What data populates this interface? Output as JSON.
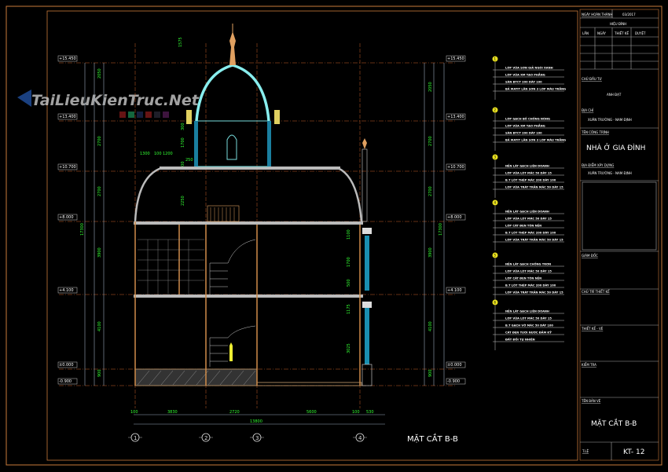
{
  "watermark": "TaiLieuKienTruc.Net",
  "drawing_title": "MẶT CẮT B-B",
  "levels": [
    "+15.450",
    "+13.400",
    "+10.700",
    "+8.000",
    "+4.100",
    "±0.000",
    "-0.900"
  ],
  "grid_axes": [
    "1",
    "2",
    "3",
    "4"
  ],
  "bottom_dims": [
    "100",
    "3830",
    "2720",
    "5600",
    "100",
    "530"
  ],
  "total_dim": "13800",
  "left_dims": [
    "2050",
    "2700",
    "2700",
    "3900",
    "4100",
    "900",
    "17300"
  ],
  "right_dims": [
    "2050",
    "2700",
    "2700",
    "3900",
    "4100",
    "900",
    "17300"
  ],
  "dome_dims": [
    "1300",
    "100",
    "1200",
    "250",
    "300",
    "1700",
    "600",
    "2250",
    "1575"
  ],
  "interior_dims": [
    "1100",
    "1700",
    "500",
    "1175",
    "3025"
  ],
  "notes": [
    {
      "mark": "1",
      "lines": [
        "LỚP VỮA SƠN GIẢ NGÓI XANH",
        "LỚP VỮA XM TẠO PHẲNG",
        "SÀN BTCT 200 DÀY 100",
        "BẢ MATIT LĂN SƠN 3 LỚP MÀU TRẮNG"
      ]
    },
    {
      "mark": "2",
      "lines": [
        "LỚP GẠCH BỐ CHỐNG NÓNG",
        "LỚP VỮA XM TẠO PHẲNG",
        "SÀN BTCT 200 DÀY 100",
        "BẢ MATIT LĂN SƠN 3 LỚP MÀU TRẮNG"
      ]
    },
    {
      "mark": "3",
      "lines": [
        "NỀN LÁT GẠCH LIÊN DOANH",
        "LỚP VỮA LÓT MÁC 50 DÀY 15",
        "B.T LÓT THÉP MÁC 200 DÀY 100",
        "LỚP VỮA TRÁT TRẦN MÁC 50 DÀY 15"
      ]
    },
    {
      "mark": "4",
      "lines": [
        "NỀN LÁT GẠCH LIÊN DOANH",
        "LỚP VỮA LÓT MÁC 50 DÀY 15",
        "LỚP CÁT ĐEN TÔN NỀN",
        "B.T LÓT THÉP MÁC 200 DÀY 100",
        "LỚP VỮA TRÁT TRẦN MÁC 50 DÀY 15"
      ]
    },
    {
      "mark": "5",
      "lines": [
        "NỀN LÁT GẠCH CHỐNG TRƠN",
        "LỚP VỮA LÓT MÁC 50 DÀY 15",
        "LỚP CÁT ĐEN TÔN NỀN",
        "B.T LÓT THÉP MÁC 200 DÀY 100",
        "LỚP VỮA TRÁT TRẦN MÁC 50 DÀY 15"
      ]
    },
    {
      "mark": "6",
      "lines": [
        "NỀN LÁT GẠCH LIÊN DOANH",
        "LỚP VỮA LÓT MÁC 50 DÀY 15",
        "B.T GẠCH VỠ MÁC 50 DÀY 100",
        "CÁT ĐEN TƯỚI NƯỚC ĐẦM KỸ",
        "ĐẤT ĐỒI TỰ NHIÊN"
      ]
    }
  ],
  "title_block": {
    "date_label": "NGÀY HOÀN THÀNH",
    "date": "03/2017",
    "revision": "HIỆU ĐÍNH",
    "rev_cols": [
      "LẦN",
      "NGÀY",
      "THIẾT KẾ",
      "DUYỆT"
    ],
    "owner_label": "CHỦ ĐẦU TƯ",
    "owner": "ANH ĐẠT",
    "address_label": "ĐỊA CHỈ",
    "address": "XUÂN TRƯỜNG - NAM ĐỊNH",
    "project_label": "TÊN CÔNG TRÌNH",
    "project": "NHÀ Ở GIA ĐÌNH",
    "site_label": "ĐỊA ĐIỂM XÂY DỰNG",
    "site": "XUÂN TRƯỜNG - NAM ĐỊNH",
    "director": "GIÁM ĐỐC",
    "lead": "CHỦ TRÌ THIẾT KẾ",
    "designer": "THIẾT KẾ - VẼ",
    "checker": "KIỂM TRA",
    "sheet_label": "TÊN BẢN VẼ",
    "sheet_name": "MẶT CẮT B-B",
    "scale_label": "T.LỆ",
    "sheet_no": "KT- 12"
  }
}
